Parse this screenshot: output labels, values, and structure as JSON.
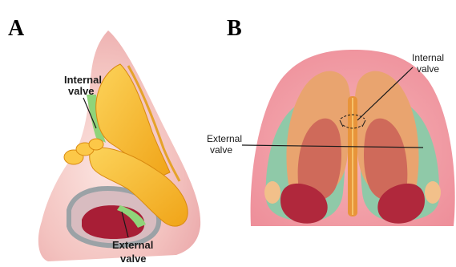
{
  "panels": {
    "a": {
      "letter": "A",
      "internal_label": [
        "Internal",
        "valve"
      ],
      "external_label": [
        "External",
        "valve"
      ]
    },
    "b": {
      "letter": "B",
      "internal_label": [
        "Internal",
        "valve"
      ],
      "external_label": [
        "External",
        "valve"
      ]
    }
  },
  "colors": {
    "skin": "#f2b8b8",
    "skin_dark": "#e58f95",
    "cartilage": "#f7b521",
    "cartilage_light": "#fcd35a",
    "mucosa_green": "#8fc9a8",
    "mucosa_dark": "#6fb49a",
    "muscle": "#d7505f",
    "nostril": "#b0283c"
  }
}
